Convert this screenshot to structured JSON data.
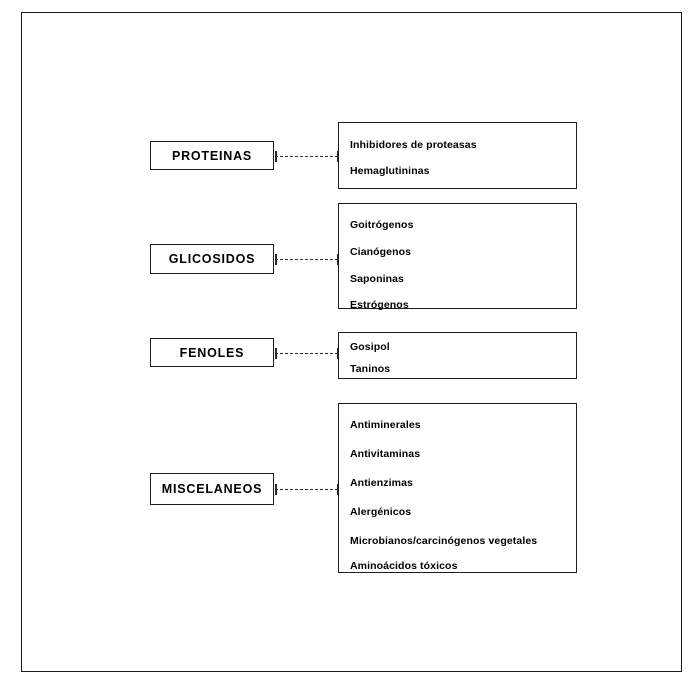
{
  "diagram": {
    "type": "classification-tree",
    "groups": [
      {
        "id": "proteinas",
        "label": "PROTEINAS",
        "items": [
          "Inhibidores de proteasas",
          "Hemaglutininas"
        ]
      },
      {
        "id": "glicosidos",
        "label": "GLICOSIDOS",
        "items": [
          "Goitrógenos",
          "Cianógenos",
          "Saponinas",
          "Estrógenos"
        ]
      },
      {
        "id": "fenoles",
        "label": "FENOLES",
        "items": [
          "Gosipol",
          "Taninos"
        ]
      },
      {
        "id": "miscelaneos",
        "label": "MISCELANEOS",
        "items": [
          "Antiminerales",
          "Antivitaminas",
          "Antienzimas",
          "Alergénicos",
          "Microbianos/carcinógenos vegetales",
          "Aminoácidos tóxicos"
        ]
      }
    ]
  },
  "colors": {
    "ink": "#1a1a1a",
    "background": "#ffffff"
  }
}
